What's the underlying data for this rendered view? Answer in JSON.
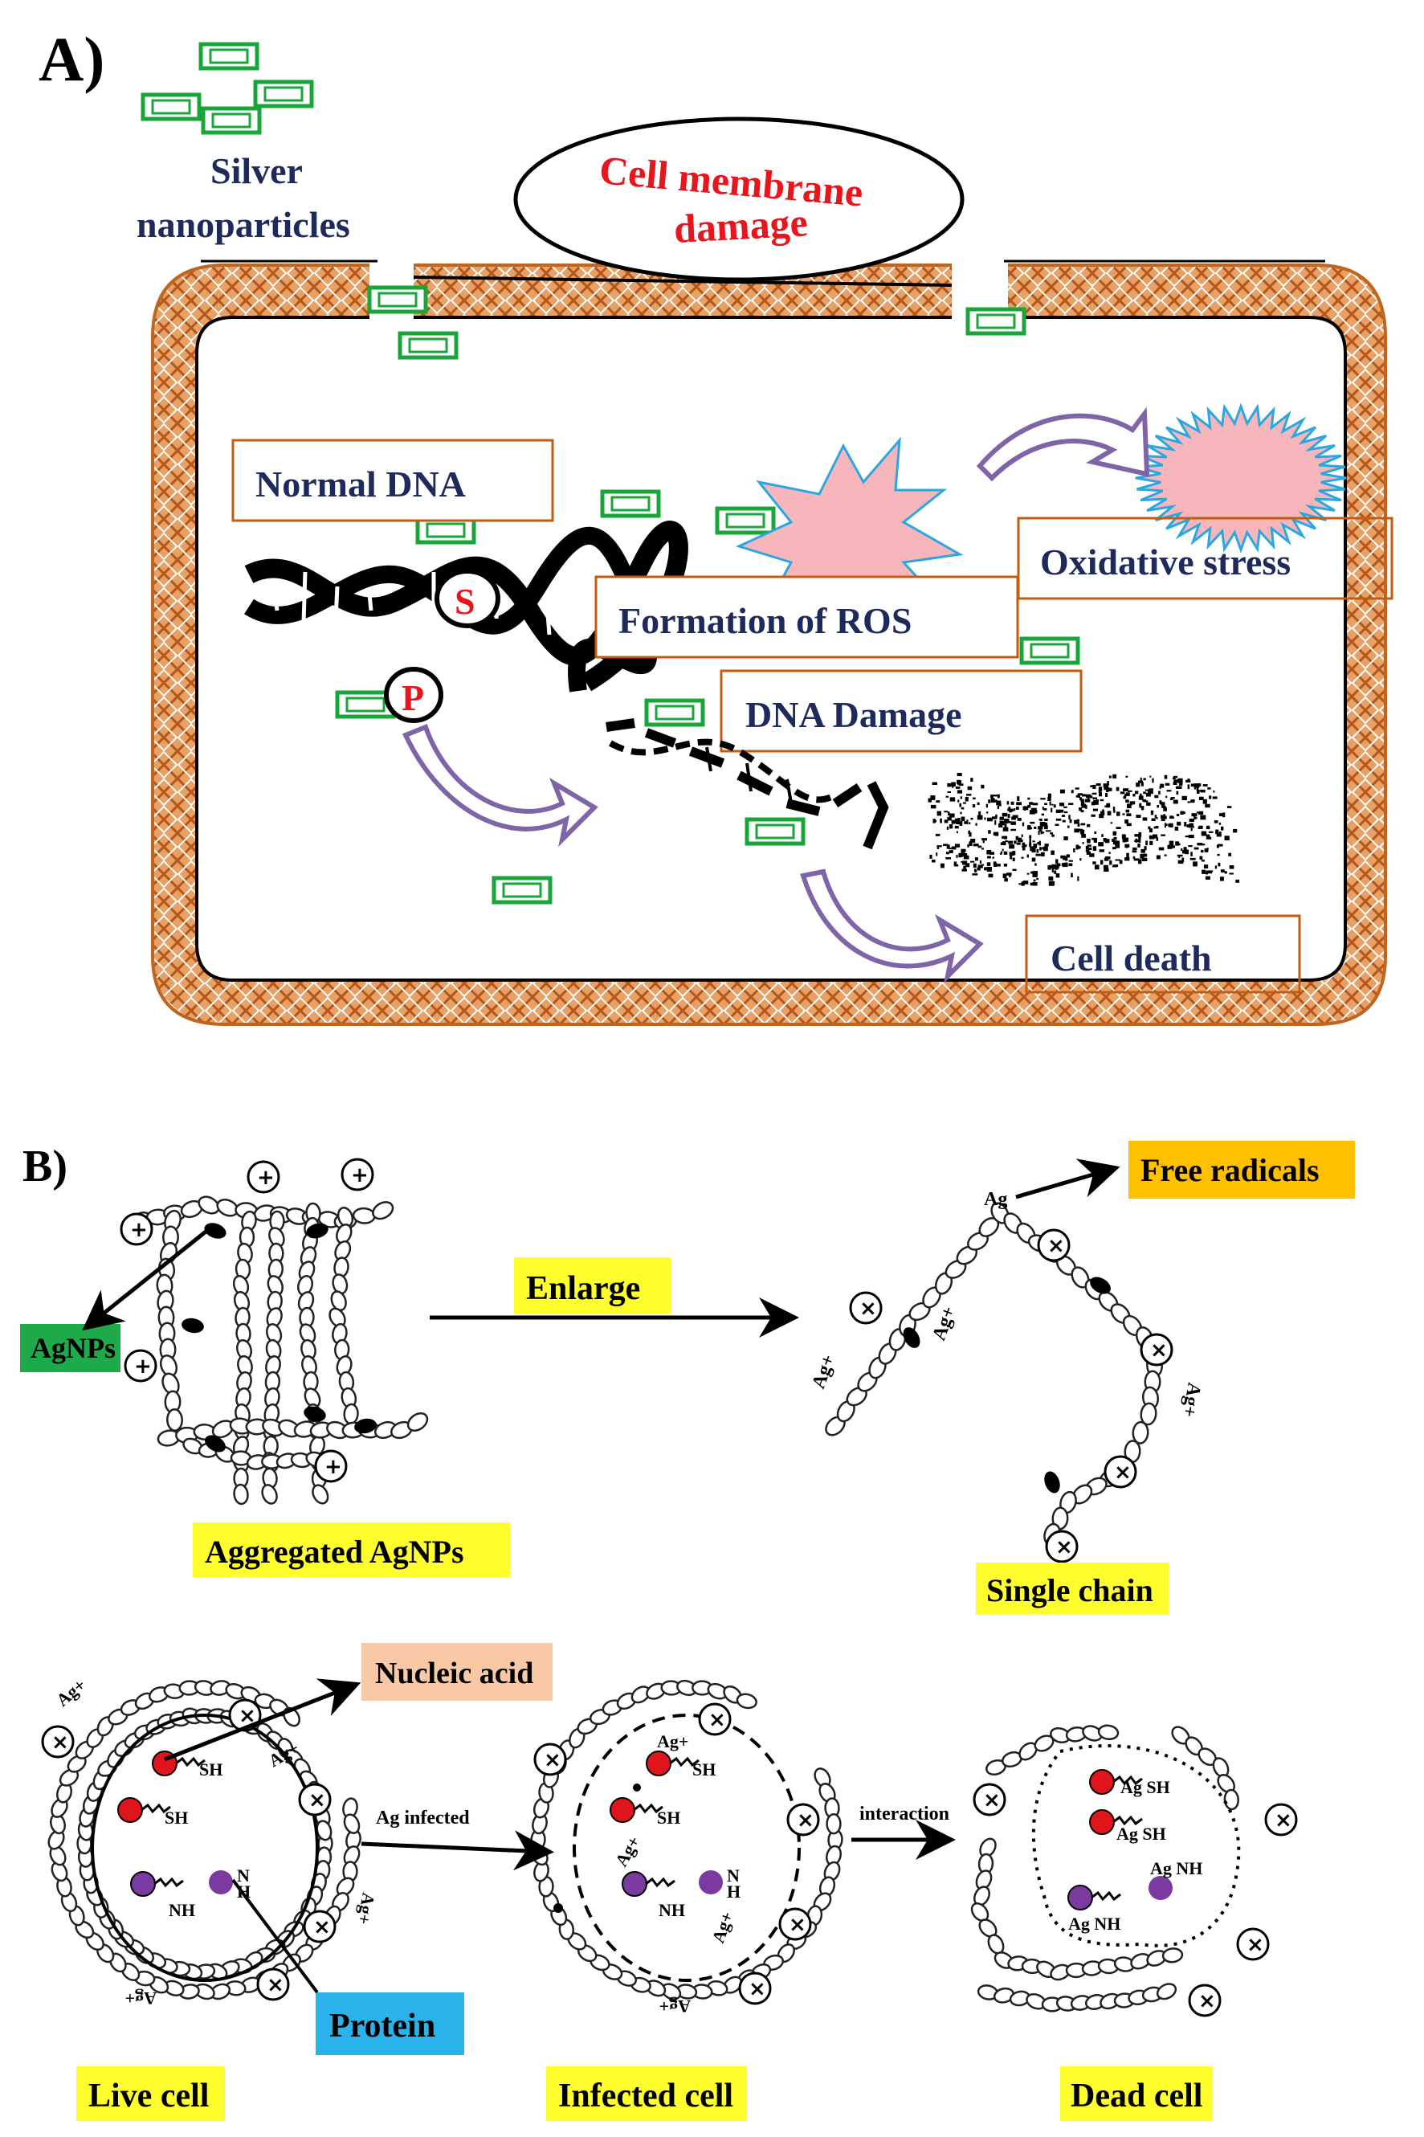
{
  "panel_a": {
    "letter": "A)",
    "silver_line1": "Silver",
    "silver_line2": "nanoparticles",
    "membrane_line1": "Cell membrane",
    "membrane_line2": "damage",
    "normal_dna": "Normal DNA",
    "formation_ros": "Formation  of ROS",
    "oxidative_stress": "Oxidative stress",
    "dna_damage": "DNA Damage",
    "cell_death": "Cell death",
    "label_s": "S",
    "label_p": "P"
  },
  "panel_b": {
    "letter": "B)",
    "enlarge": "Enlarge",
    "free_radicals": "Free radicals",
    "agnps": "AgNPs",
    "aggregated": "Aggregated AgNPs",
    "single_chain": "Single chain",
    "nucleic_acid": "Nucleic acid",
    "protein": "Protein",
    "ag_infected": "Ag infected",
    "interaction": "interaction",
    "live_cell": "Live cell",
    "infected_cell": "Infected cell",
    "dead_cell": "Dead cell",
    "ag": "Ag",
    "ag_plus": "Ag+",
    "sh": "SH",
    "nh": "NH",
    "n": "N",
    "h": "H",
    "ag_sh": "Ag SH",
    "ag_nh": "Ag NH",
    "plus": "+",
    "x": "×"
  },
  "colors": {
    "membrane": "#e8a165",
    "membrane_stroke": "#c0651f",
    "nanoparticle": "#19a53a",
    "label_navy": "#1f2a5c",
    "label_red": "#e8161c",
    "box_orange": "#c55a11",
    "arrow_purple": "#7f64a8",
    "ros_fill": "#f7b6bc",
    "ros_stroke": "#2ba7e0",
    "highlight_yellow": "#ffff2e",
    "free_radicals_bg": "#ffc000",
    "agnps_bg": "#1ea94a",
    "nucleic_bg": "#f8c9a4",
    "protein_bg": "#29b3ea",
    "red_sphere": "#e0141b",
    "purple_sphere": "#7a3aa0"
  }
}
